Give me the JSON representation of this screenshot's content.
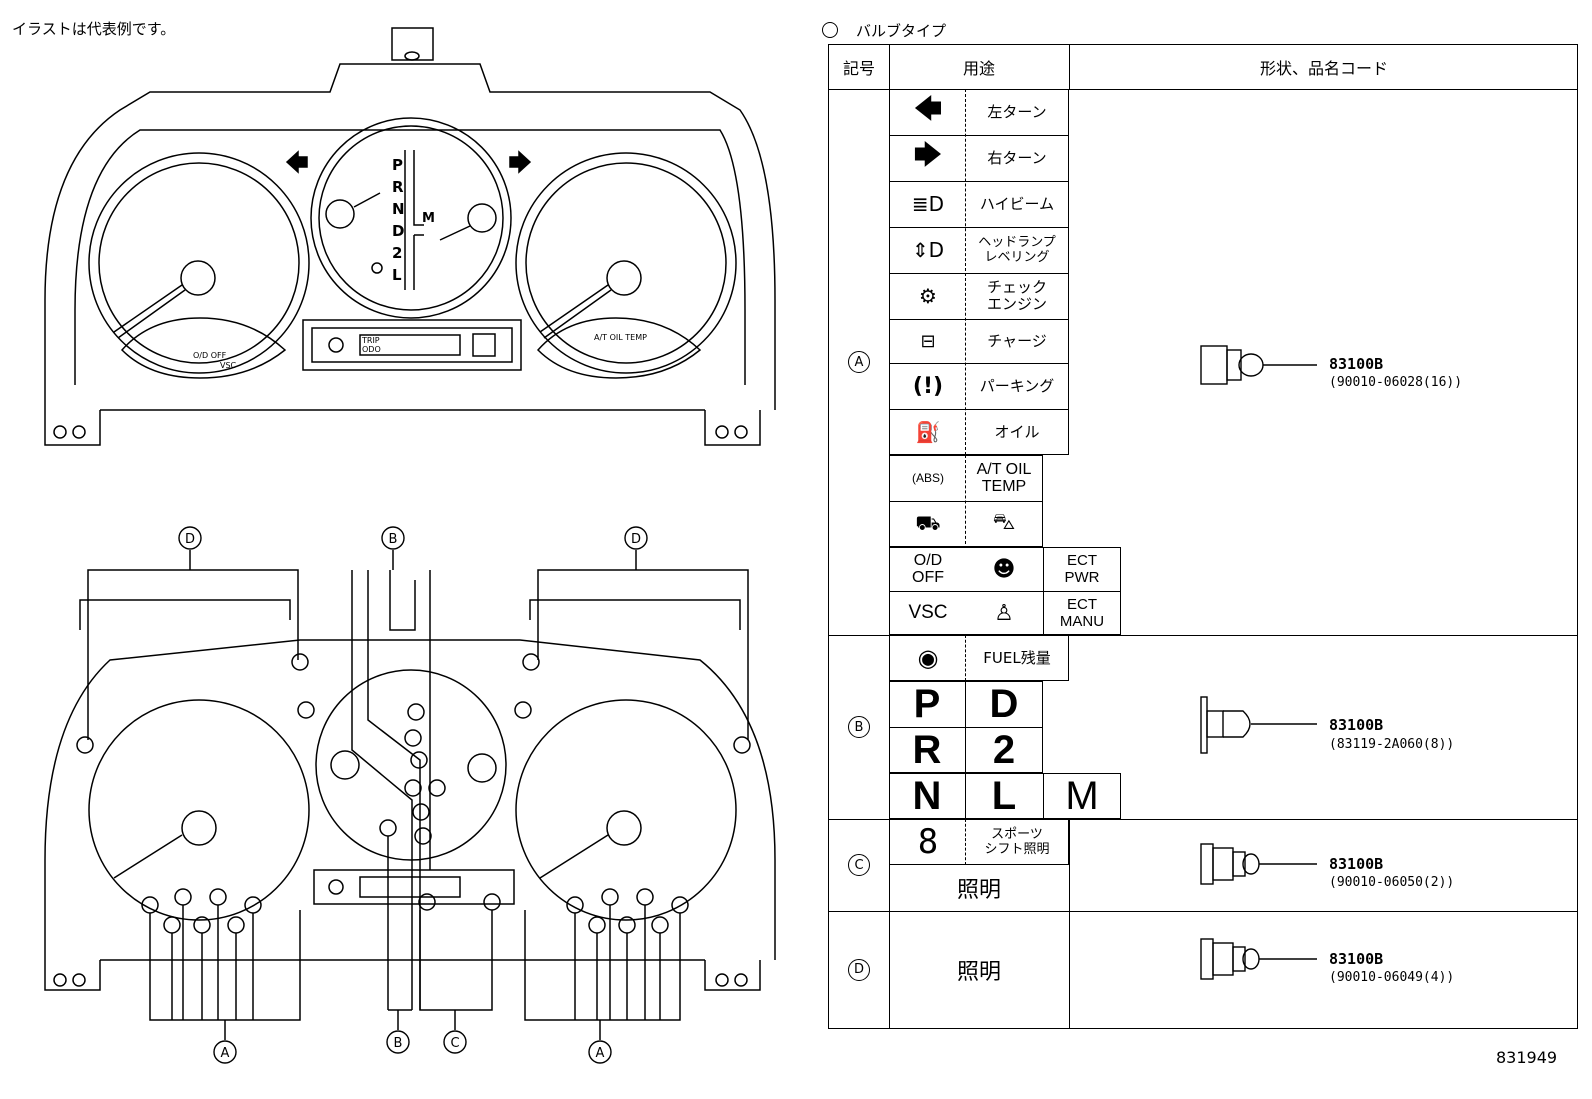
{
  "note": "イラストは代表例です。",
  "ref_id": "831949",
  "legend": "バルブタイプ",
  "table": {
    "headers": {
      "mark": "記号",
      "usage": "用途",
      "shape": "形状、品名コード"
    },
    "groups": [
      {
        "mark": "A",
        "usages": [
          "左ターン",
          "右ターン",
          "ハイビーム",
          "ヘッドランプ\nレベリング",
          "チェック\nエンジン",
          "チャージ",
          "パーキング",
          "オイル"
        ],
        "indicators": [
          "A/T OIL\nTEMP",
          "O/D\nOFF",
          "ECT\nPWR",
          "VSC",
          "ECT\nMANU"
        ],
        "code": "83100B",
        "part": "(90010-06028(16))"
      },
      {
        "mark": "B",
        "usages": [
          "FUEL残量"
        ],
        "letters": [
          "P",
          "D",
          "R",
          "2",
          "N",
          "L",
          "M"
        ],
        "code": "83100B",
        "part": "(83119-2A060(8))"
      },
      {
        "mark": "C",
        "usages": [
          "スポーツ\nシフト照明",
          "照明"
        ],
        "code": "83100B",
        "part": "(90010-06050(2))"
      },
      {
        "mark": "D",
        "usages": [
          "照明"
        ],
        "code": "83100B",
        "part": "(90010-06049(4))"
      }
    ]
  },
  "cluster": {
    "gear_letters": [
      "P",
      "R",
      "N",
      "D",
      "2",
      "L"
    ],
    "manual": "M",
    "display_labels": [
      "TRIP",
      "ODO"
    ],
    "left_icons": [
      "O/D\nOFF",
      "VSC"
    ],
    "right_icons": [
      "A/T OIL\nTEMP"
    ],
    "callouts": [
      "D",
      "B",
      "D",
      "A",
      "B",
      "C",
      "A"
    ]
  }
}
